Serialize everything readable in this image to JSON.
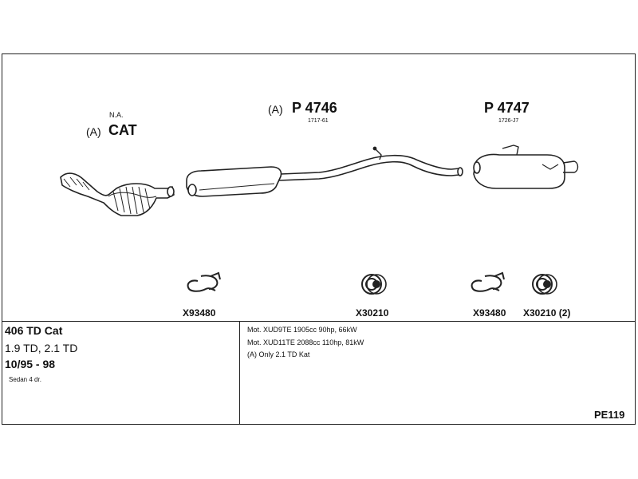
{
  "parts": {
    "cat": {
      "na_label": "N.A.",
      "prefix": "(A)",
      "name": "CAT"
    },
    "p4746": {
      "prefix": "(A)",
      "number": "P 4746",
      "ref": "1717-61"
    },
    "p4747": {
      "number": "P 4747",
      "ref": "1726-J7"
    }
  },
  "fittings": [
    {
      "code": "X93480",
      "icon": "clamp-icon"
    },
    {
      "code": "X30210",
      "icon": "gasket-ring-icon"
    },
    {
      "code": "X93480",
      "icon": "clamp-icon"
    },
    {
      "code": "X30210 (2)",
      "icon": "gasket-ring-icon"
    }
  ],
  "vehicle": {
    "model": "406 TD Cat",
    "engines": "1.9 TD, 2.1 TD",
    "years": "10/95 - 98",
    "body": "Sedan 4 dr."
  },
  "specs": [
    "Mot. XUD9TE 1905cc 90hp, 66kW",
    "Mot. XUD11TE 2088cc 110hp, 81kW",
    "(A) Only 2.1 TD Kat"
  ],
  "diagram_id": "PE119",
  "colors": {
    "line": "#222222",
    "part_shade": "#d9d9d9",
    "background": "#ffffff"
  }
}
